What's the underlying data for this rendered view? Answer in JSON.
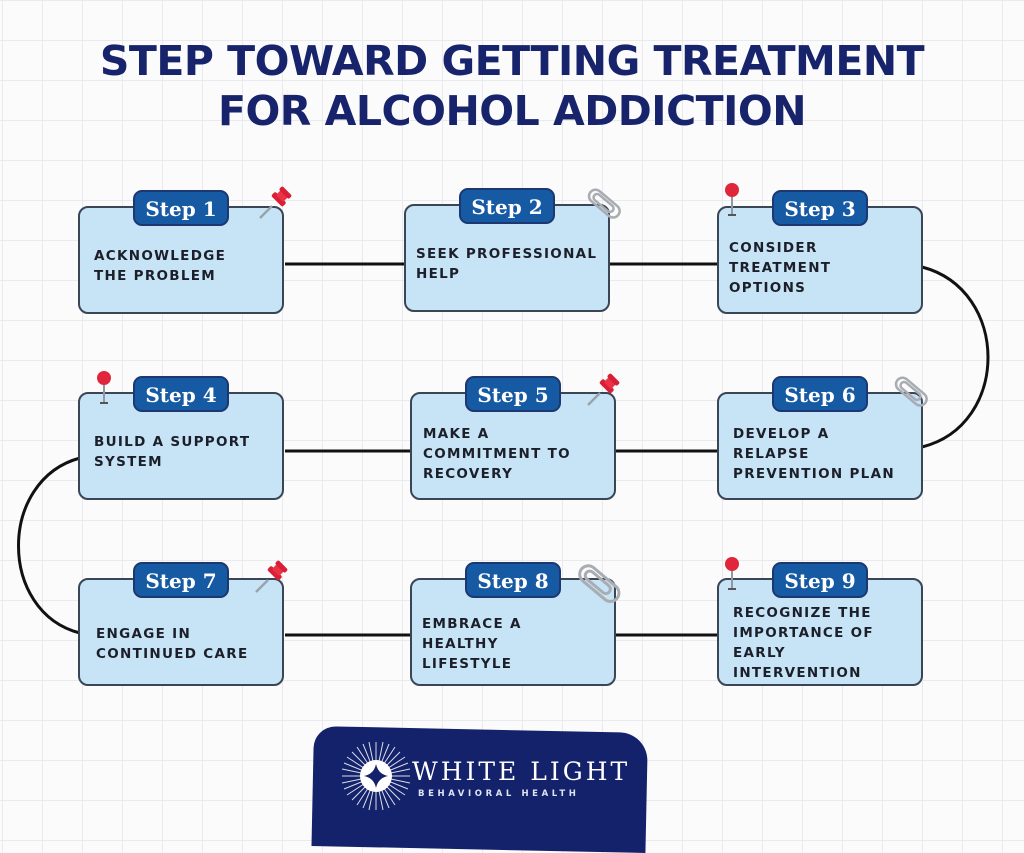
{
  "title": {
    "line1": "STEP TOWARD GETTING TREATMENT",
    "line2": "FOR ALCOHOL ADDICTION"
  },
  "colors": {
    "title": "#17246b",
    "card_fill": "#c6e4f5",
    "badge_fill": "#175aa4",
    "pin_red": "#e0263a",
    "logo_bg": "#13226a"
  },
  "steps": [
    {
      "badge": "Step 1",
      "text": [
        "ACKNOWLEDGE",
        "THE PROBLEM"
      ],
      "decoration": "pushpin-icon"
    },
    {
      "badge": "Step 2",
      "text": [
        "SEEK PROFESSIONAL",
        "HELP"
      ],
      "decoration": "paperclip-icon"
    },
    {
      "badge": "Step 3",
      "text": [
        "CONSIDER",
        "TREATMENT OPTIONS"
      ],
      "decoration": "map-pin-icon"
    },
    {
      "badge": "Step 4",
      "text": [
        "BUILD A SUPPORT",
        "SYSTEM"
      ],
      "decoration": "map-pin-icon"
    },
    {
      "badge": "Step 5",
      "text": [
        "MAKE A",
        "COMMITMENT TO",
        "RECOVERY"
      ],
      "decoration": "pushpin-icon"
    },
    {
      "badge": "Step 6",
      "text": [
        "DEVELOP A",
        "RELAPSE",
        "PREVENTION PLAN"
      ],
      "decoration": "paperclip-icon"
    },
    {
      "badge": "Step 7",
      "text": [
        "ENGAGE IN",
        "CONTINUED CARE"
      ],
      "decoration": "pushpin-icon"
    },
    {
      "badge": "Step 8",
      "text": [
        "EMBRACE A",
        "HEALTHY",
        "LIFESTYLE"
      ],
      "decoration": "paperclip-icon"
    },
    {
      "badge": "Step 9",
      "text": [
        "RECOGNIZE THE",
        "IMPORTANCE OF",
        "EARLY",
        "INTERVENTION"
      ],
      "decoration": "map-pin-icon"
    }
  ],
  "logo": {
    "name": "WHITE LIGHT",
    "subtitle": "BEHAVIORAL HEALTH",
    "icon": "starburst-icon"
  }
}
